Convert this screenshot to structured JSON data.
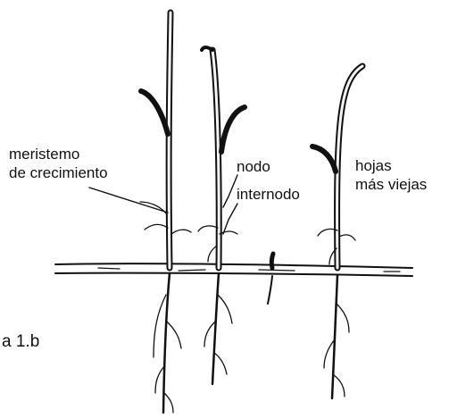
{
  "labels": {
    "meristem_line1": "meristemo",
    "meristem_line2": "de crecimiento",
    "node": "nodo",
    "internode": "internodo",
    "leaves_line1": "hojas",
    "leaves_line2": "más viejas",
    "figure": "a 1.b"
  },
  "colors": {
    "ink": "#111111",
    "paper": "#ffffff",
    "stem_fill": "#f4f4f4"
  }
}
